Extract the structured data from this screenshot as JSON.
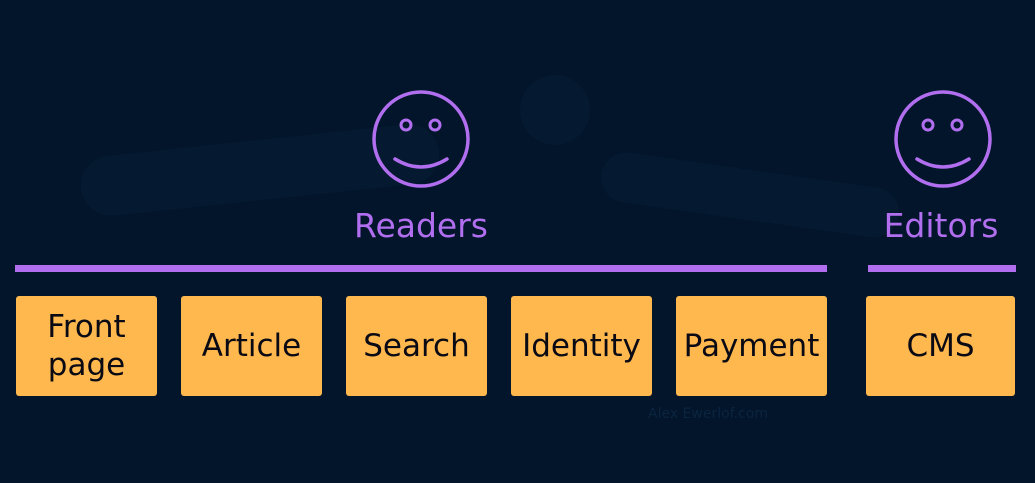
{
  "watermark": "Alex Ewerlof.com",
  "colors": {
    "background": "#02152a",
    "accent": "#b16ff0",
    "box": "#ffb84d",
    "box_text": "#0a0a14"
  },
  "icons": {
    "readers": "smiley-face-icon",
    "editors": "smiley-face-icon"
  },
  "groups": {
    "readers": {
      "label": "Readers",
      "systems": [
        "Front\npage",
        "Article",
        "Search",
        "Identity",
        "Payment"
      ]
    },
    "editors": {
      "label": "Editors",
      "systems": [
        "CMS"
      ]
    }
  }
}
